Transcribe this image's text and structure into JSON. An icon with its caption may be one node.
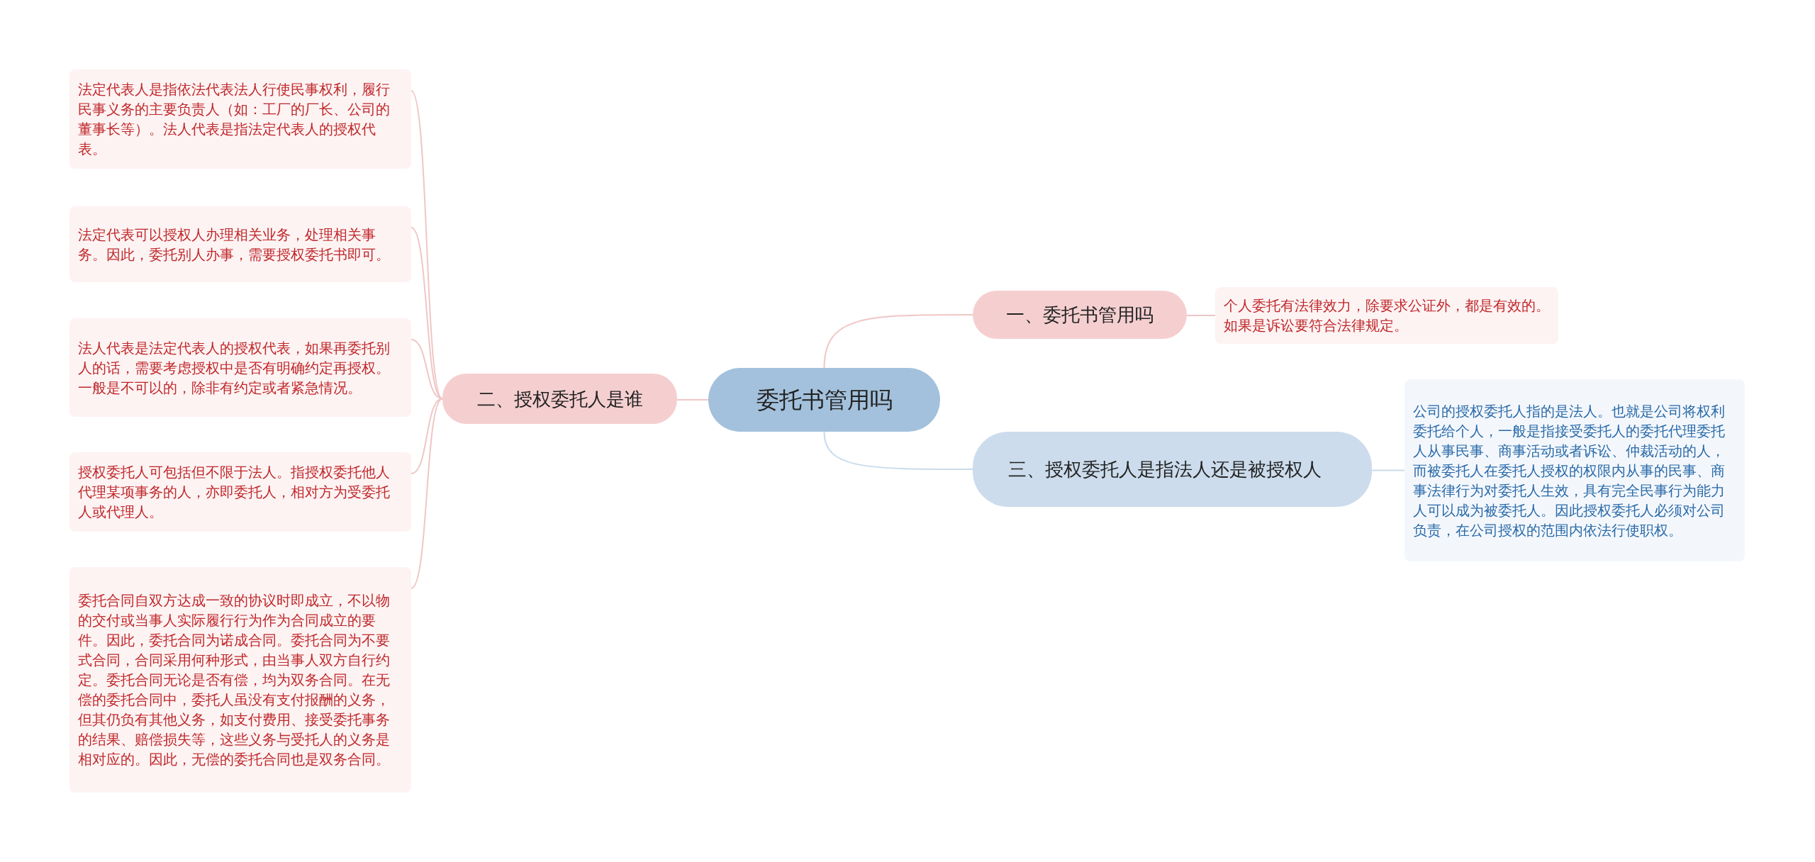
{
  "diagram": {
    "nodes": [
      {
        "text": [
          "委托书管用吗"
        ]
      },
      {
        "text": [
          "一、委托书管用吗"
        ]
      },
      {
        "text": [
          "个人委托有法律效力，除要求公证外，都是有效的。如果是诉讼要符合法律规定。"
        ]
      },
      {
        "text": [
          "三、授权委托人是指法人还是被授权人"
        ]
      },
      {
        "text": [
          "公司的授权委托人指的是法人。也就是公司将权利委托给个人，一般是指接受委托人的委托代理委托人从事民事、商事活动或者诉讼、仲裁活动的人，而被委托人在委托人授权的权限内从事的民事、商事法律行为对委托人生效，具有完全民事行为能力人可以成为被委托人。因此授权委托人必须对公司负责，在公司授权的范围内依法行使职权。"
        ]
      },
      {
        "text": [
          "二、授权委托人是谁"
        ]
      },
      {
        "text": [
          "法定代表人是指依法代表法人行使民事权利，履行民事义务的主要负责人（如：工厂的厂长、公司的董事长等）。法人代表是指法定代表人的授权代表。"
        ]
      },
      {
        "text": [
          "法定代表可以授权人办理相关业务，处理相关事务。因此，委托别人办事，需要授权委托书即可。"
        ]
      },
      {
        "text": [
          "法人代表是法定代表人的授权代表，如果再委托别人的话，需要考虑授权中是否有明确约定再授权。一般是不可以的，除非有约定或者紧急情况。"
        ]
      },
      {
        "text": [
          "授权委托人可包括但不限于法人。指授权委托他人代理某项事务的人，亦即委托人，相对方为受委托人或代理人。"
        ]
      },
      {
        "text": [
          "委托合同自双方达成一致的协议时即成立，不以物的交付或当事人实际履行行为作为合同成立的要件。因此，委托合同为诺成合同。委托合同为不要式合同，合同采用何种形式，由当事人双方自行约定。委托合同无论是否有偿，均为双务合同。在无偿的委托合同中，委托人虽没有支付报酬的义务，但其仍负有其他义务，如支付费用、接受委托事务的结果、赔偿损失等，这些义务与受托人的义务是相对应的。因此，无偿的委托合同也是双务合同。"
        ]
      }
    ],
    "edges": [
      {
        "from": 0,
        "to": 1,
        "arrow": "none"
      },
      {
        "from": 1,
        "to": 2,
        "arrow": "none"
      },
      {
        "from": 0,
        "to": 3,
        "arrow": "none",
        "color": "#c9dbea"
      },
      {
        "from": 3,
        "to": 4,
        "arrow": "none",
        "color": "#c9dbea"
      },
      {
        "from": 0,
        "to": 5,
        "arrow": "none"
      },
      {
        "from": 5,
        "to": 6,
        "arrow": "none"
      },
      {
        "from": 5,
        "to": 7,
        "arrow": "none"
      },
      {
        "from": 5,
        "to": 8,
        "arrow": "none"
      },
      {
        "from": 5,
        "to": 9,
        "arrow": "none"
      },
      {
        "from": 5,
        "to": 10,
        "arrow": "none"
      }
    ]
  }
}
